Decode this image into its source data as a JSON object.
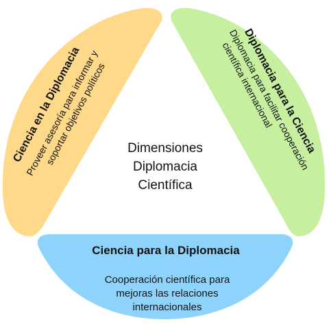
{
  "center": {
    "line1": "Dimensiones",
    "line2": "Diplomacia",
    "line3": "Científica"
  },
  "left_petal": {
    "title": "Ciencia en la Diplomacia",
    "desc_line1": "Proveer asesoría para informar y",
    "desc_line2": "soportar objetivos políticos",
    "color": "#FFD98A"
  },
  "right_petal": {
    "title": "Diplomacia para la Ciencia",
    "desc_line1": "Diplomacia para facilitar cooperación",
    "desc_line2": "científica internacional",
    "color": "#C6EFA0"
  },
  "bottom_petal": {
    "title": "Ciencia para la Diplomacia",
    "desc_line1": "Cooperación científica para",
    "desc_line2": "mejoras las relaciones",
    "desc_line3": "internacionales",
    "color": "#8ED3FB"
  }
}
